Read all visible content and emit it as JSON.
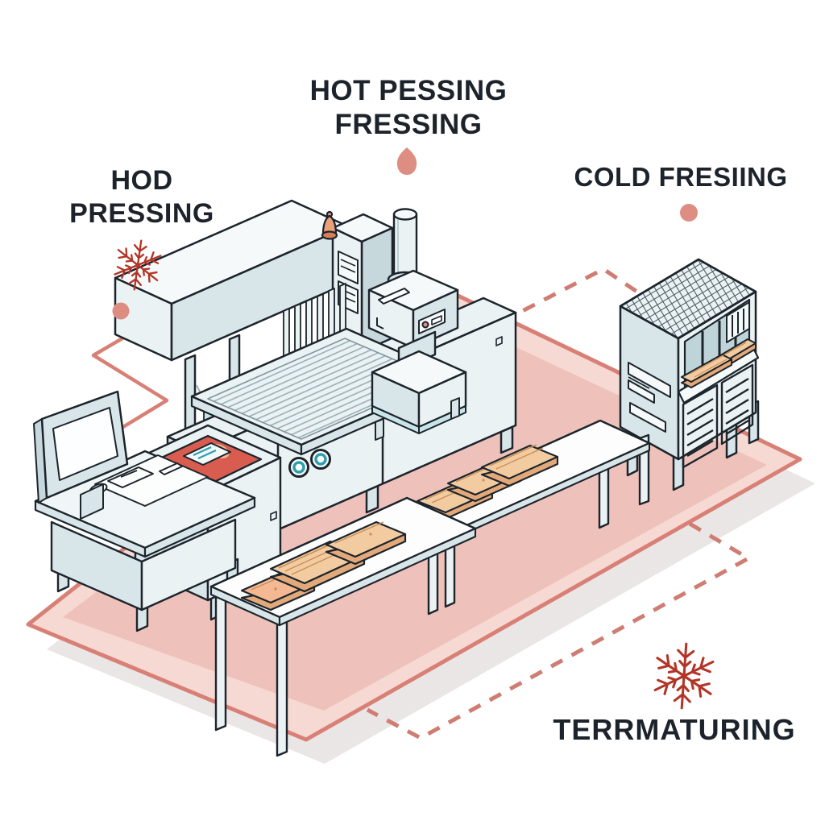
{
  "labels": {
    "hot_pressing": {
      "line1": "HOT PESSING",
      "line2": "FRESSING"
    },
    "hod_pressing": {
      "line1": "HOD",
      "line2": "PRESSING"
    },
    "cold_pressing": {
      "text": "COLD FRESIING"
    },
    "termaturing": {
      "text": "TERRMATURING"
    }
  },
  "icons": {
    "snowflake_left": "snowflake-icon",
    "snowflake_right": "snowflake-icon",
    "marker_left": "dot-marker",
    "marker_top": "leaf-marker",
    "marker_right": "dot-marker"
  },
  "theme": {
    "text": "#1d232b",
    "ink": "#1c242c",
    "light": "#ebf2f4",
    "lighter": "#f5f9fa",
    "mid": "#d9e6e9",
    "dark": "#c6d8dc",
    "recess": "#bfd4d9",
    "floor": "#f6d9d3",
    "floorInner": "#eec2bb",
    "floorEdge": "#d88076",
    "shadow": "#eae6e6",
    "dash": "#cf7d72",
    "dot": "#dd8d82",
    "snow": "#b23527",
    "red": "#d85c50",
    "peach": "#f4b893",
    "lamp": "#eda07c",
    "wood": "#f2cba1",
    "woodDark": "#c98f57",
    "woodSide": "#e3a97a",
    "teal": "#2d9fae",
    "screen": "#fdfeff"
  }
}
